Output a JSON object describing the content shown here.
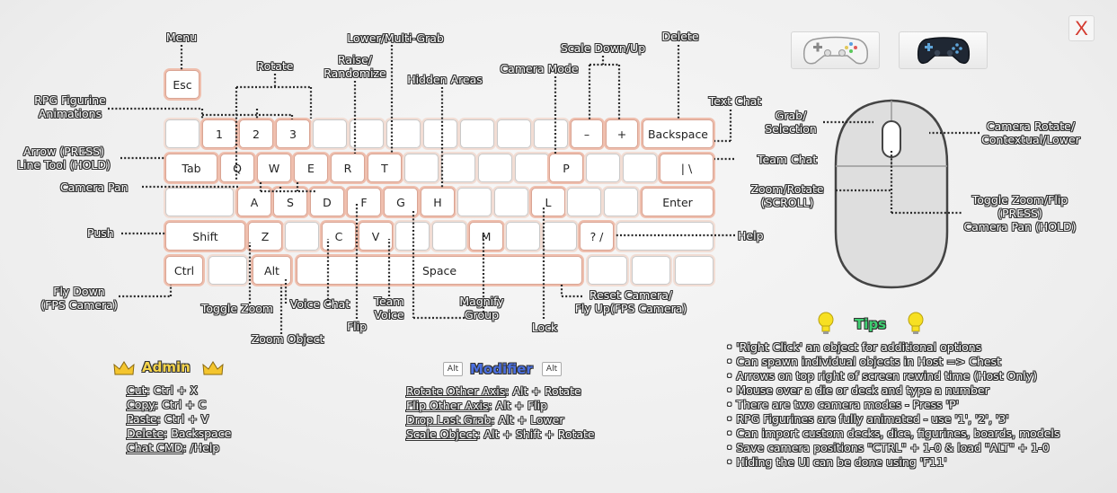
{
  "window": {
    "close_label": "X"
  },
  "keys": {
    "esc": "Esc",
    "n1": "1",
    "n2": "2",
    "n3": "3",
    "minus": "–",
    "plus": "+",
    "backspace": "Backspace",
    "tab": "Tab",
    "q": "Q",
    "w": "W",
    "e": "E",
    "r": "R",
    "t": "T",
    "p": "P",
    "backslash": "|  \\",
    "a": "A",
    "s": "S",
    "d": "D",
    "f": "F",
    "g": "G",
    "h": "H",
    "l": "L",
    "enter": "Enter",
    "shift": "Shift",
    "z": "Z",
    "c": "C",
    "v": "V",
    "m": "M",
    "slash": "? /",
    "ctrl": "Ctrl",
    "alt": "Alt",
    "space": "Space"
  },
  "labels": {
    "menu": "Menu",
    "rotate": "Rotate",
    "raise_randomize": "Raise/\nRandomize",
    "lower_multigrab": "Lower/Multi-Grab",
    "hidden_areas": "Hidden Areas",
    "camera_mode": "Camera Mode",
    "scale_down_up": "Scale Down/Up",
    "delete": "Delete",
    "text_chat": "Text Chat",
    "rpg_figurine": "RPG Figurine\nAnimations",
    "arrow_line": "Arrow (PRESS)\nLine Tool (HOLD)",
    "camera_pan": "Camera Pan",
    "push": "Push",
    "team_chat": "Team Chat",
    "help": "Help",
    "fly_down": "Fly Down\n(FPS Camera)",
    "toggle_zoom": "Toggle Zoom",
    "voice_chat": "Voice Chat",
    "flip": "Flip",
    "team_voice": "Team\nVoice",
    "magnify_group": "Magnify\nGroup",
    "lock": "Lock",
    "reset_camera": "Reset Camera/\nFly Up(FPS Camera)",
    "zoom_object": "Zoom Object",
    "grab_selection": "Grab/\nSelection",
    "camera_rotate": "Camera Rotate/\nContextual/Lower",
    "zoom_rotate": "Zoom/Rotate\n(SCROLL)",
    "toggle_zoom_flip": "Toggle Zoom/Flip\n(PRESS)\nCamera Pan (HOLD)"
  },
  "admin": {
    "title": "Admin",
    "items": [
      {
        "key": "Cut",
        "value": ": Ctrl + X"
      },
      {
        "key": "Copy",
        "value": ": Ctrl + C"
      },
      {
        "key": "Paste",
        "value": ": Ctrl + V"
      },
      {
        "key": "Delete",
        "value": ": Backspace"
      },
      {
        "key": "Chat CMD",
        "value": ": /Help"
      }
    ]
  },
  "modifier": {
    "title": "Modifier",
    "badge": "Alt",
    "items": [
      {
        "key": "Rotate Other Axis",
        "value": ": Alt + Rotate"
      },
      {
        "key": "Flip Other Axis",
        "value": ": Alt + Flip"
      },
      {
        "key": "Drop Last Grab",
        "value": ": Alt + Lower"
      },
      {
        "key": "Scale Object",
        "value": ": Alt + Shift + Rotate"
      }
    ]
  },
  "tips": {
    "title": "Tips",
    "items": [
      "• 'Right Click' an object for additional options",
      "• Can spawn individual objects in Host => Chest",
      "• Arrows on top right of screen rewind time (Host Only)",
      "• Mouse over a die or deck and type a number",
      "• There are two camera modes - Press 'P'",
      "• RPG Figurines are fully animated - use '1', '2', '3'",
      "• Can import custom decks, dice, figurines, boards, models",
      "• Save camera positions \"CTRL\" + 1-0 & load \"ALT\" + 1-0",
      "• Hiding the UI can be done using 'F11'"
    ]
  },
  "colors": {
    "admin_title": "#f4d34b",
    "modifier_title": "#4a6fe0",
    "tips_title": "#3fd072",
    "close_x": "#d43a2f",
    "key_highlight": "#efbfae"
  },
  "icons": {
    "white_controller": "gamepad-white-icon",
    "dark_controller": "gamepad-dark-icon",
    "crown": "crown-icon",
    "bulb": "lightbulb-icon",
    "mouse": "mouse-icon"
  }
}
